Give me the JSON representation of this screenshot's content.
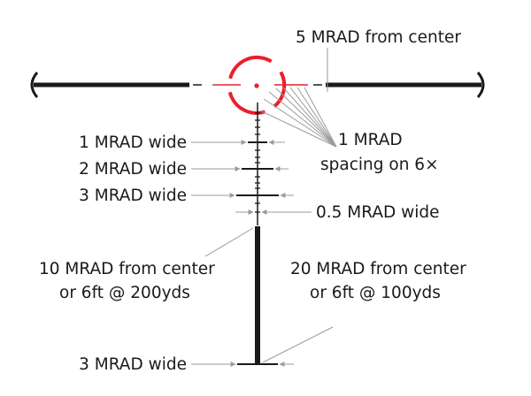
{
  "colors": {
    "reticle": "#1a1a1a",
    "red_circle": "#e8202a",
    "leader_line": "#9a9a9a",
    "background": "#ffffff"
  },
  "labels": {
    "five_mrad": "5 MRAD from center",
    "one_mrad_line1": "1 MRAD",
    "one_mrad_line2": "spacing on 6×",
    "one_mrad_wide": "1 MRAD wide",
    "two_mrad_wide": "2 MRAD wide",
    "three_mrad_wide_upper": "3 MRAD wide",
    "half_mrad_wide": "0.5 MRAD wide",
    "ten_mrad_line1": "10 MRAD from center",
    "ten_mrad_line2": "or 6ft @ 200yds",
    "twenty_mrad_line1": "20 MRAD from center",
    "twenty_mrad_line2": "or 6ft @ 100yds",
    "three_mrad_wide_lower": "3 MRAD wide"
  }
}
